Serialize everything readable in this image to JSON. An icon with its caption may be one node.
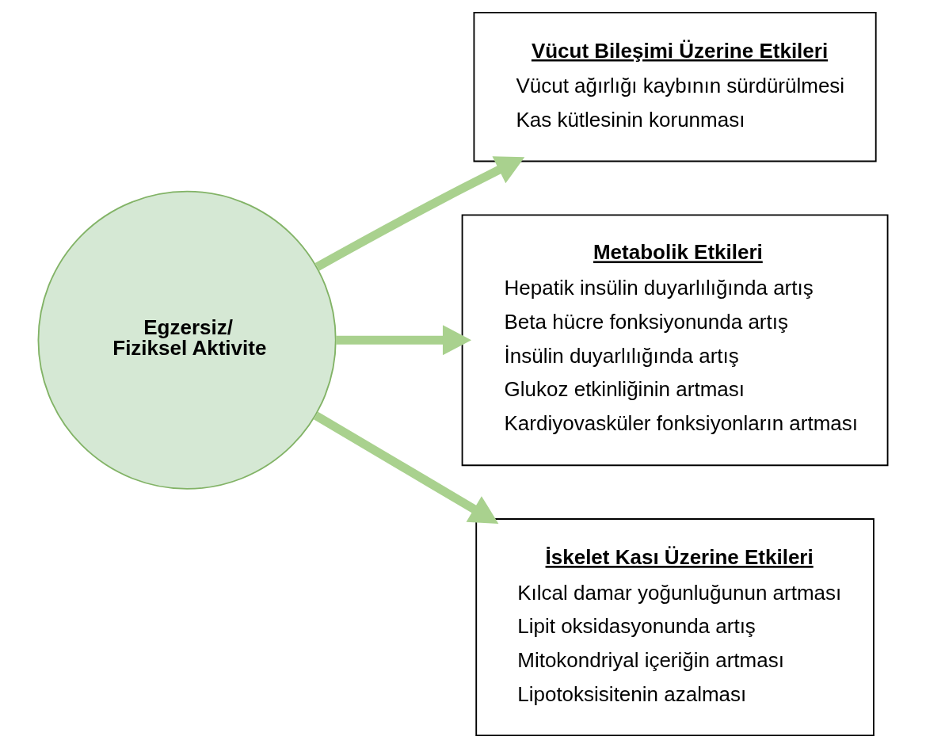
{
  "diagram": {
    "nodes": [
      {
        "text": [
          "Egzersiz/ Fiziksel Aktivite"
        ]
      },
      {
        "text": [
          "Vücut Bileşimi Üzerine Etkileri",
          "Vücut ağırlığı kaybının sürdürülmesi",
          "Kas kütlesinin korunması"
        ]
      },
      {
        "text": [
          "Metabolik Etkileri",
          "Hepatik insülin duyarlılığında artış",
          "Beta hücre fonksiyonunda artış",
          "İnsülin duyarlılığında artış",
          "Glukoz etkinliğinin artması",
          "Kardiyovasküler fonksiyonların artması"
        ]
      },
      {
        "text": [
          "İskelet Kası Üzerine Etkileri",
          "Kılcal damar yoğunluğunun artması",
          "Lipit oksidasyonunda artış",
          "Mitokondriyal içeriğin artması",
          "Lipotoksisitenin azalması"
        ]
      }
    ],
    "edges": [
      {
        "from": 0,
        "to": 1,
        "arrow": "to"
      },
      {
        "from": 0,
        "to": 2,
        "arrow": "to"
      },
      {
        "from": 0,
        "to": 3,
        "arrow": "to"
      }
    ]
  }
}
